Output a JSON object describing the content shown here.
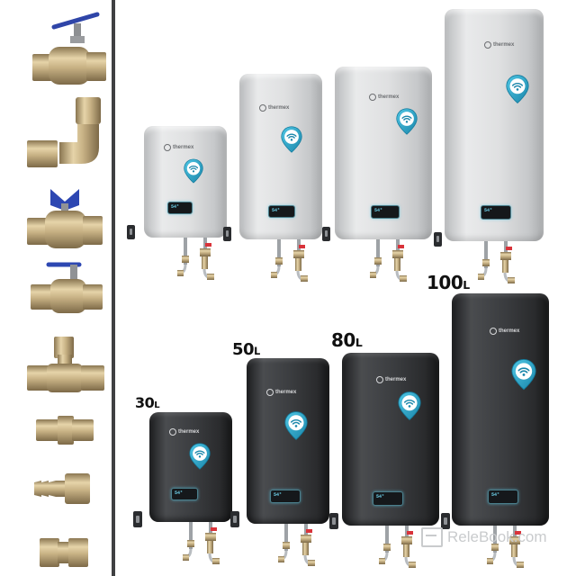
{
  "brand_name": "thermex",
  "capacity_labels": [
    {
      "number": "30",
      "unit": "L"
    },
    {
      "number": "50",
      "unit": "L"
    },
    {
      "number": "80",
      "unit": "L"
    },
    {
      "number": "100",
      "unit": "L"
    }
  ],
  "display_readout": "54°",
  "watermark": {
    "text": "ReleBook.com"
  },
  "colors": {
    "silver_body": "#dfe0e1",
    "black_body": "#3a3c3f",
    "accent_blue": "#2aa7c9",
    "brass": "#c9b48a",
    "divider": "#3f4042"
  },
  "icons": [
    "ball-valve-lever-icon",
    "elbow-fitting-icon",
    "butterfly-valve-icon",
    "ball-valve-tee-icon",
    "tee-fitting-icon",
    "union-coupling-icon",
    "hose-barb-fitting-icon",
    "straight-coupling-icon",
    "wifi-pin-icon"
  ]
}
